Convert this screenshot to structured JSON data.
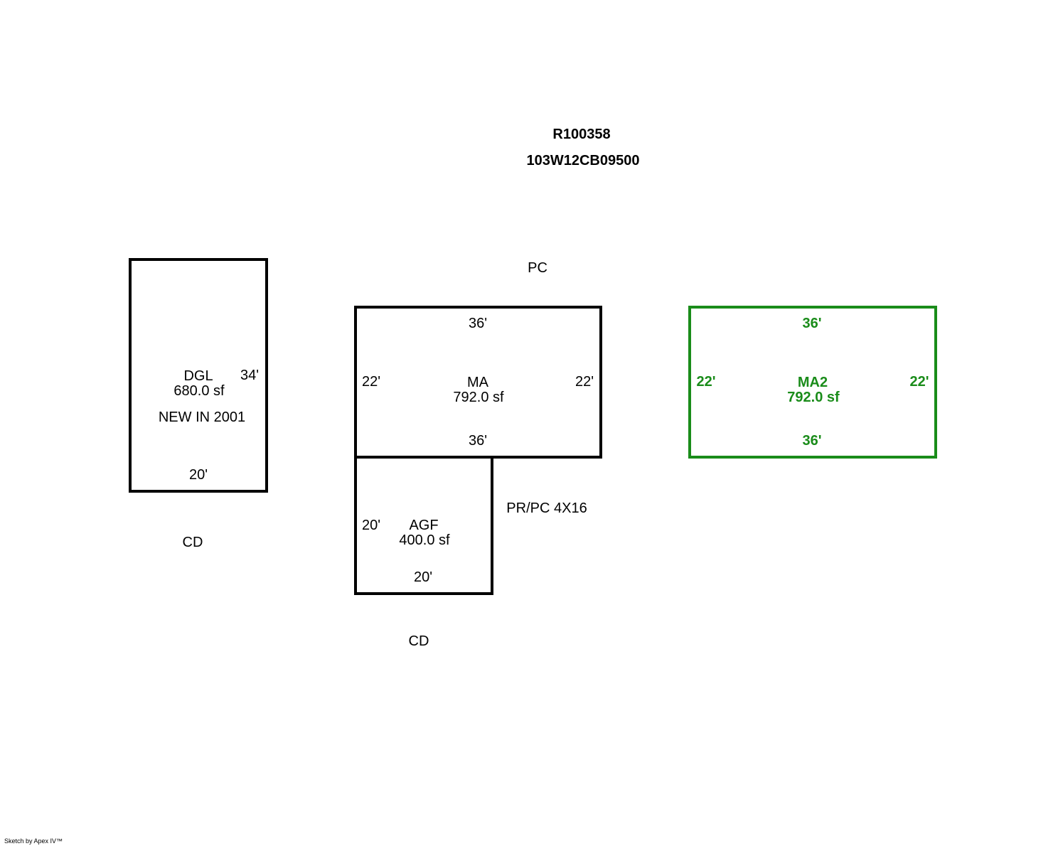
{
  "header": {
    "account": "R100358",
    "map_taxlot": "103W12CB09500"
  },
  "labels": {
    "pc": "PC",
    "cd_left": "CD",
    "cd_bottom": "CD",
    "pr_pc": "PR/PC 4X16"
  },
  "areas": {
    "dgl": {
      "code": "DGL",
      "sf": "680.0 sf",
      "note": "NEW IN 2001",
      "side_right": "34'",
      "side_bottom": "20'"
    },
    "ma": {
      "code": "MA",
      "sf": "792.0 sf",
      "side_top": "36'",
      "side_bottom": "36'",
      "side_left": "22'",
      "side_right": "22'"
    },
    "agf": {
      "code": "AGF",
      "sf": "400.0 sf",
      "side_left": "20'",
      "side_bottom": "20'"
    },
    "ma2": {
      "code": "MA2",
      "sf": "792.0 sf",
      "side_top": "36'",
      "side_bottom": "36'",
      "side_left": "22'",
      "side_right": "22'",
      "color": "#1a8c1a"
    }
  },
  "footer": {
    "credit": "Sketch by Apex IV™"
  }
}
